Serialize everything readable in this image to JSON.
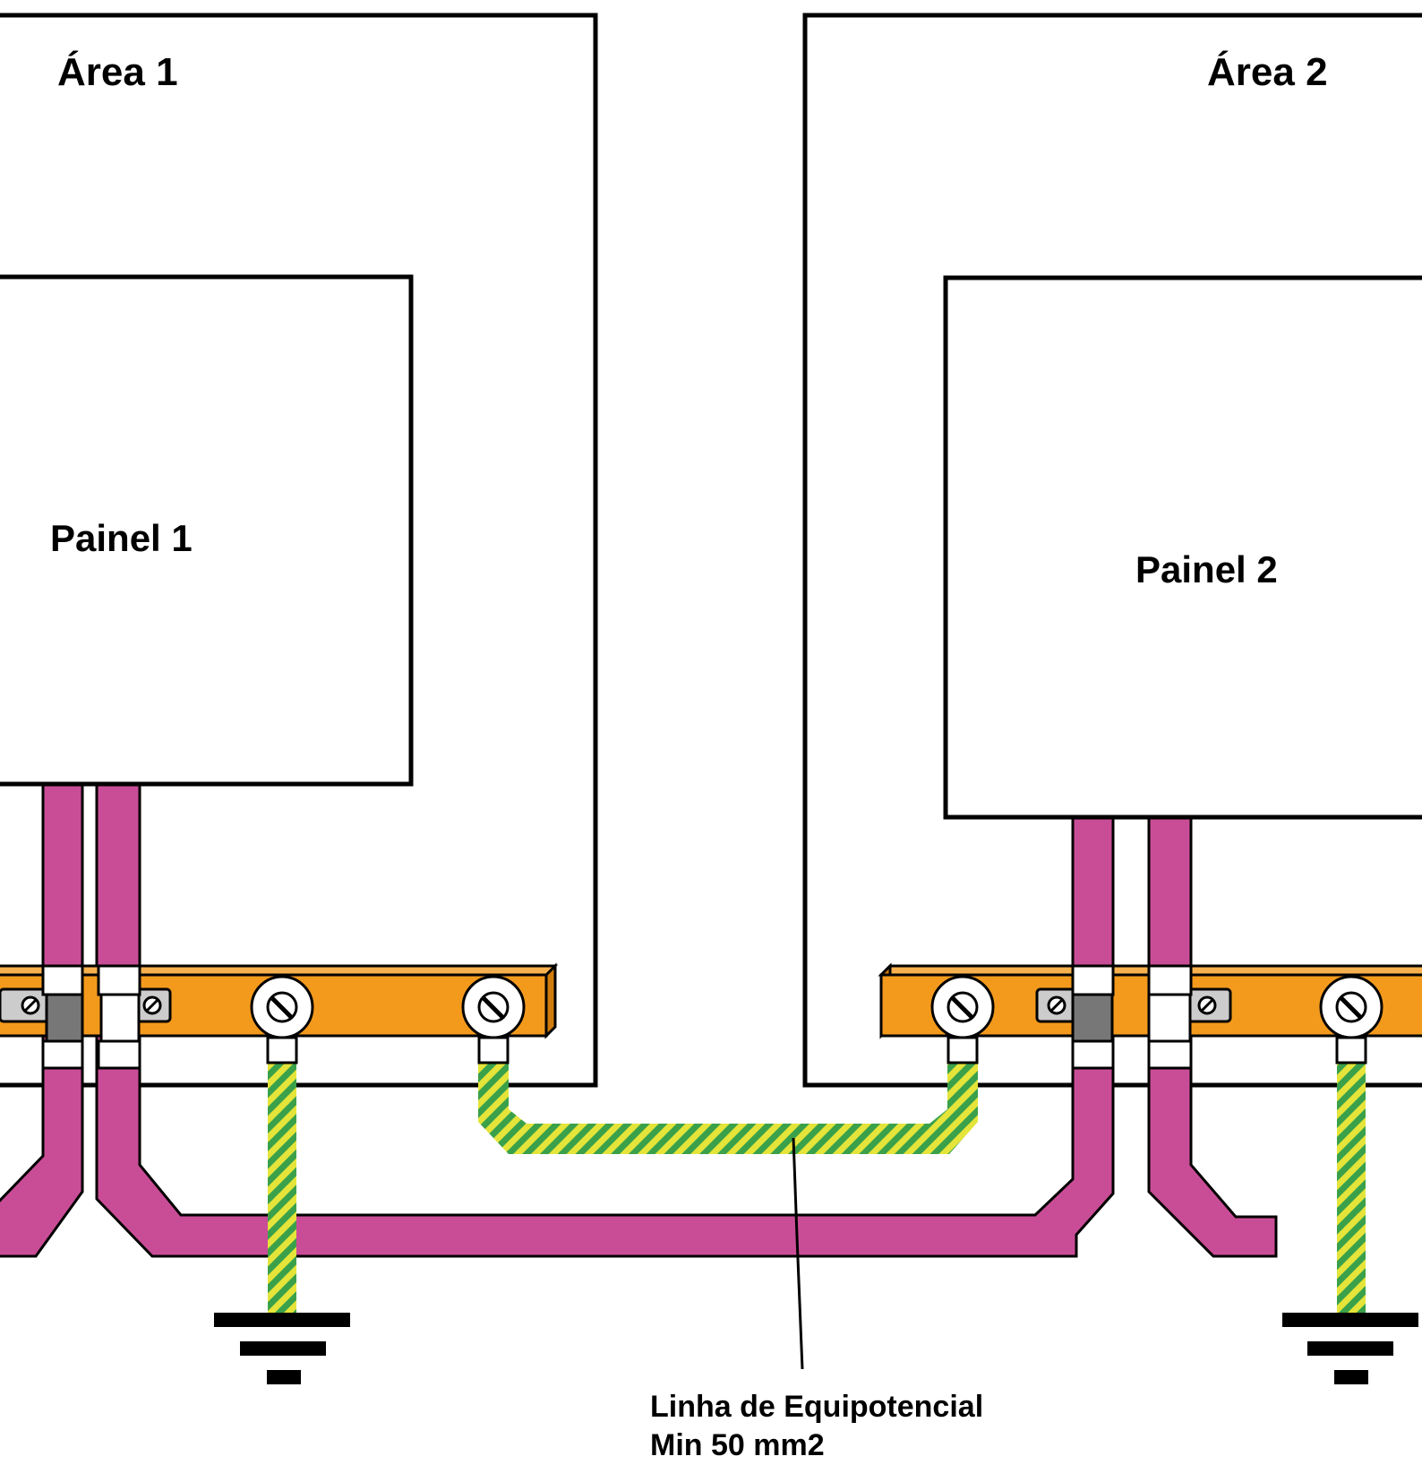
{
  "areas": [
    {
      "label": "Área 1"
    },
    {
      "label": "Área 2"
    }
  ],
  "panels": [
    {
      "label": "Painel 1"
    },
    {
      "label": "Painel 2"
    }
  ],
  "equipotential_line": {
    "line1": "Linha de Equipotencial",
    "line2": "Min 50 mm2"
  },
  "colors": {
    "cable": "#c94d96",
    "busbar": "#f39a1d",
    "ground_wire_yellow": "#e4e43a",
    "ground_wire_green": "#3aa14a",
    "outline": "#000000"
  }
}
